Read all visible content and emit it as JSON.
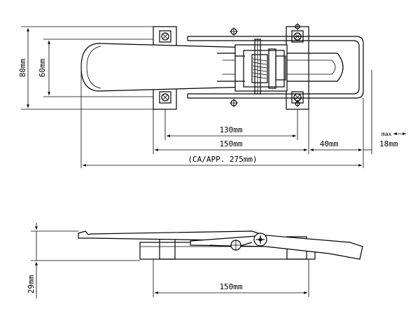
{
  "top_view": {
    "dim_height_80": "80mm",
    "dim_height_60": "60mm",
    "dim_130": "130mm",
    "dim_150": "150mm",
    "dim_40": "40mm",
    "dim_max": "max",
    "dim_18": "18mm",
    "dim_total": "(CA/APP. 275mm)"
  },
  "side_view": {
    "dim_height_29": "29mm",
    "dim_150": "150mm"
  }
}
